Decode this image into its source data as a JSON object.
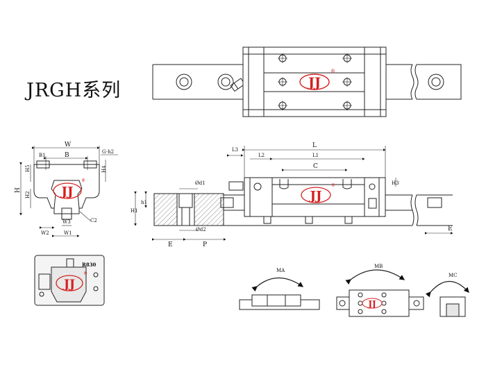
{
  "title": "JRGH系列",
  "brand": {
    "logo_text": "JJ",
    "registered_mark": "®",
    "color": "#d42020"
  },
  "front_view_labels": {
    "W": "W",
    "B": "B",
    "B1": "B1",
    "G_h2": "G-h2",
    "H": "H",
    "H5": "H5",
    "H4": "H4",
    "H2": "H2",
    "W3": "W3",
    "W2": "W2",
    "W1": "W1",
    "C2": "C2"
  },
  "side_view_labels": {
    "L": "L",
    "L1": "L1",
    "L2": "L2",
    "L3": "L3",
    "C": "C",
    "H3": "H3",
    "d1": "Ød1",
    "d2": "Ød2",
    "h1": "h1",
    "H1": "H1",
    "E": "E",
    "P": "P",
    "E_right": "E"
  },
  "end_view": {
    "tag": "R830"
  },
  "moments": {
    "ma": "MA",
    "mb": "MB",
    "mc": "MC"
  }
}
